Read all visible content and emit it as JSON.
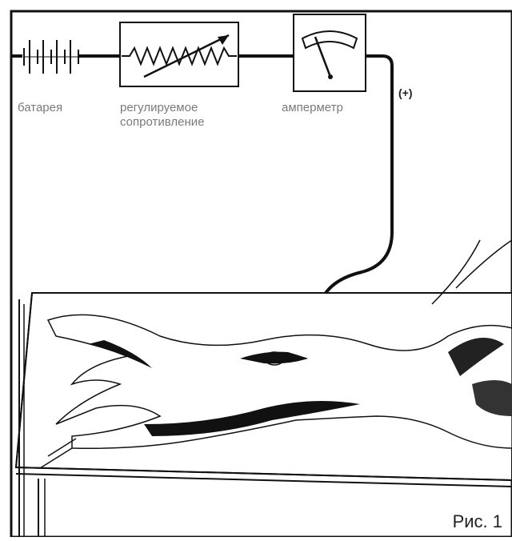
{
  "labels": {
    "battery": "батарея",
    "resistor_line1": "регулируемое",
    "resistor_line2": "сопротивление",
    "ammeter": "амперметр",
    "polarity": "(+)",
    "figure": "Рис. 1"
  },
  "colors": {
    "ink": "#111111",
    "label_gray": "#7a7a7a",
    "background": "#ffffff"
  }
}
